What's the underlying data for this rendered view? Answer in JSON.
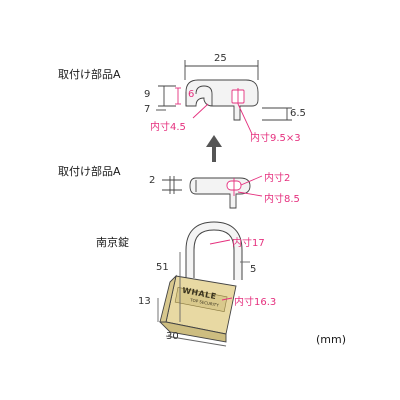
{
  "labels": {
    "part_a_1": "取付け部品A",
    "part_a_2": "取付け部品A",
    "padlock": "南京錠",
    "unit": "(mm)"
  },
  "part_a_top": {
    "width": "25",
    "height": "9",
    "thickness": "7",
    "inner_height": "6",
    "leg": "6.5",
    "inner_left": "内寸4.5",
    "inner_slot": "内寸9.5×3"
  },
  "part_a_bottom": {
    "thickness": "2",
    "inner_1": "内寸2",
    "inner_2": "内寸8.5"
  },
  "lock": {
    "height": "51",
    "depth": "13",
    "width": "30",
    "shackle": "5",
    "inner_top": "内寸17",
    "inner_bottom": "内寸16.3",
    "brand": "WHALE",
    "sub": "TOP SECURITY"
  },
  "colors": {
    "accent": "#e5307e",
    "line": "#444444",
    "brass": "#e8d9a3"
  }
}
